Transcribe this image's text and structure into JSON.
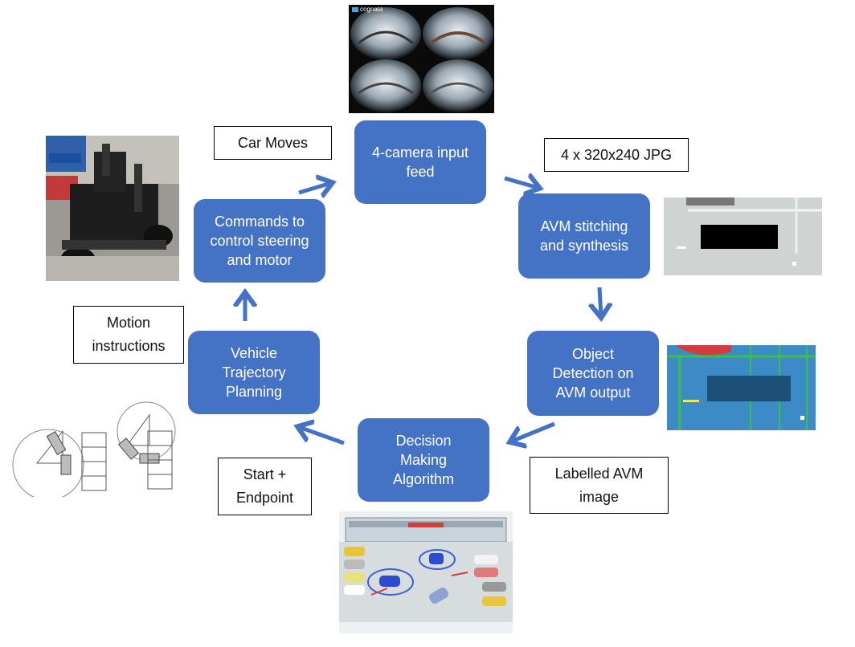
{
  "nodes": {
    "camera_feed": "4-camera input\nfeed",
    "avm_stitching": "AVM stitching\nand synthesis",
    "object_detection": "Object\nDetection on\nAVM output",
    "decision_making": "Decision\nMaking\nAlgorithm",
    "trajectory_planning": "Vehicle\nTrajectory\nPlanning",
    "commands": "Commands to\ncontrol steering\nand motor"
  },
  "notes": {
    "car_moves": "Car Moves",
    "jpg_input": "4 x 320x240 JPG",
    "labelled_avm": "Labelled AVM\nimage",
    "start_endpoint": "Start +\nEndpoint",
    "motion_instructions": "Motion\ninstructions"
  },
  "images": {
    "camera_logo": "cognata"
  },
  "colors": {
    "node_fill": "#4472c4",
    "arrow": "#4472c4"
  }
}
